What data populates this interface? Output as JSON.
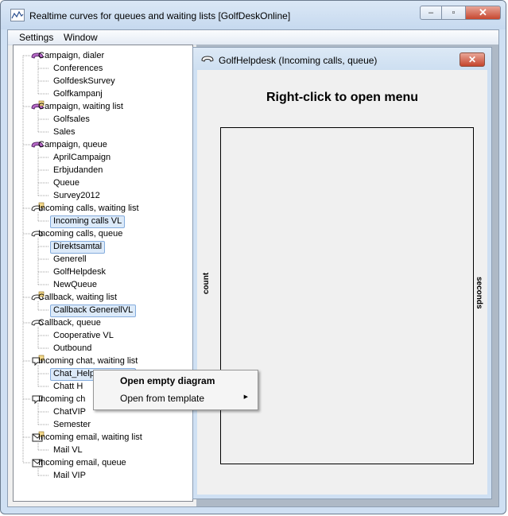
{
  "window": {
    "title": "Realtime curves for queues and waiting lists [GolfDeskOnline]",
    "minimize_glyph": "–",
    "maximize_glyph": "▫",
    "close_glyph": "✕"
  },
  "menubar": {
    "items": [
      "Settings",
      "Window"
    ]
  },
  "tree": {
    "nodes": [
      {
        "label": "Campaign, dialer",
        "level": 0,
        "icon": "campaign-dialer-icon"
      },
      {
        "label": "Conferences",
        "level": 1
      },
      {
        "label": "GolfdeskSurvey",
        "level": 1
      },
      {
        "label": "Golfkampanj",
        "level": 1
      },
      {
        "label": "Campaign, waiting list",
        "level": 0,
        "icon": "campaign-waiting-list-icon"
      },
      {
        "label": "Golfsales",
        "level": 1
      },
      {
        "label": "Sales",
        "level": 1
      },
      {
        "label": "Campaign, queue",
        "level": 0,
        "icon": "campaign-queue-icon"
      },
      {
        "label": "AprilCampaign",
        "level": 1
      },
      {
        "label": "Erbjudanden",
        "level": 1
      },
      {
        "label": "Queue",
        "level": 1
      },
      {
        "label": "Survey2012",
        "level": 1
      },
      {
        "label": "Incoming calls, waiting list",
        "level": 0,
        "icon": "phone-waiting-list-icon"
      },
      {
        "label": "Incoming calls VL",
        "level": 1,
        "selected": true
      },
      {
        "label": "Incoming calls, queue",
        "level": 0,
        "icon": "phone-icon"
      },
      {
        "label": "Direktsamtal",
        "level": 1,
        "selected": true
      },
      {
        "label": "Generell",
        "level": 1
      },
      {
        "label": "GolfHelpdesk",
        "level": 1
      },
      {
        "label": "NewQueue",
        "level": 1
      },
      {
        "label": "Callback, waiting list",
        "level": 0,
        "icon": "callback-waiting-list-icon"
      },
      {
        "label": "Callback GenerellVL",
        "level": 1,
        "selected": true
      },
      {
        "label": "Callback, queue",
        "level": 0,
        "icon": "callback-icon"
      },
      {
        "label": "Cooperative VL",
        "level": 1
      },
      {
        "label": "Outbound",
        "level": 1
      },
      {
        "label": "Incoming chat, waiting list",
        "level": 0,
        "icon": "chat-waiting-list-icon"
      },
      {
        "label": "Chat_HelpDesk Eng",
        "level": 1,
        "selected": true
      },
      {
        "label": "Chatt H",
        "level": 1
      },
      {
        "label": "Incoming ch",
        "level": 0,
        "icon": "chat-icon"
      },
      {
        "label": "ChatVIP",
        "level": 1
      },
      {
        "label": "Semester",
        "level": 1
      },
      {
        "label": "Incoming email, waiting list",
        "level": 0,
        "icon": "email-waiting-list-icon"
      },
      {
        "label": "Mail VL",
        "level": 1
      },
      {
        "label": "Incoming email, queue",
        "level": 0,
        "icon": "email-icon"
      },
      {
        "label": "Mail VIP",
        "level": 1
      }
    ]
  },
  "child_window": {
    "title": "GolfHelpdesk (Incoming calls, queue)",
    "close_glyph": "✕",
    "hint": "Right-click to open menu",
    "left_axis_label": "count",
    "right_axis_label": "seconds"
  },
  "context_menu": {
    "items": [
      {
        "label": "Open empty diagram",
        "bold": true
      },
      {
        "label": "Open from template",
        "submenu": true
      }
    ],
    "submenu_glyph": "▶"
  }
}
